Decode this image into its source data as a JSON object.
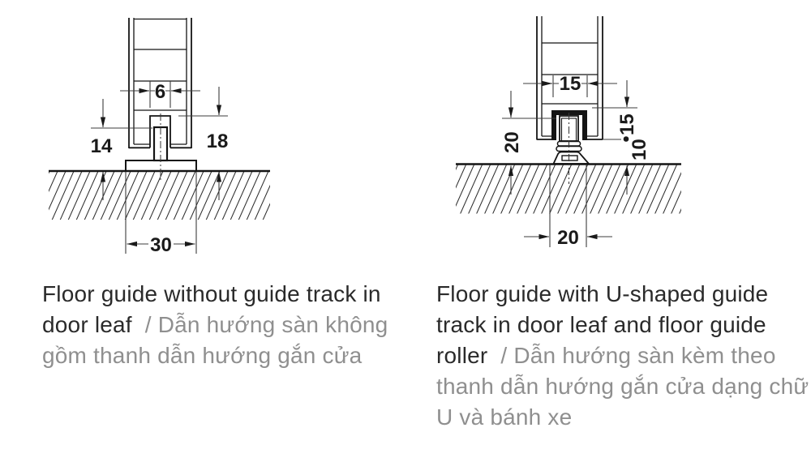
{
  "separator": "  / ",
  "colors": {
    "line": "#141414",
    "dim_line": "#3d3d3d",
    "caption_en": "#2a2a2a",
    "caption_vi": "#8f8f8f",
    "background": "#ffffff"
  },
  "diagrams": [
    {
      "id": "floor-guide-without-track",
      "caption_en": "Floor guide without guide track in door leaf",
      "caption_vi": "Dẫn hướng sàn không gồm thanh dẫn hướng gắn cửa",
      "dims": {
        "slot_width": "6",
        "pin_height": "14",
        "engagement_height": "18",
        "plate_width": "30"
      }
    },
    {
      "id": "floor-guide-with-u-track-roller",
      "caption_en": "Floor guide with U-shaped guide track in door leaf and floor guide roller",
      "caption_vi": "Dẫn hướng sàn kèm theo thanh dẫn hướng gắn cửa dạng chữ U và bánh xe",
      "dims": {
        "track_width": "15",
        "roller_height": "20",
        "track_depth": "15",
        "floor_clearance": "10",
        "base_width": "20"
      }
    }
  ]
}
